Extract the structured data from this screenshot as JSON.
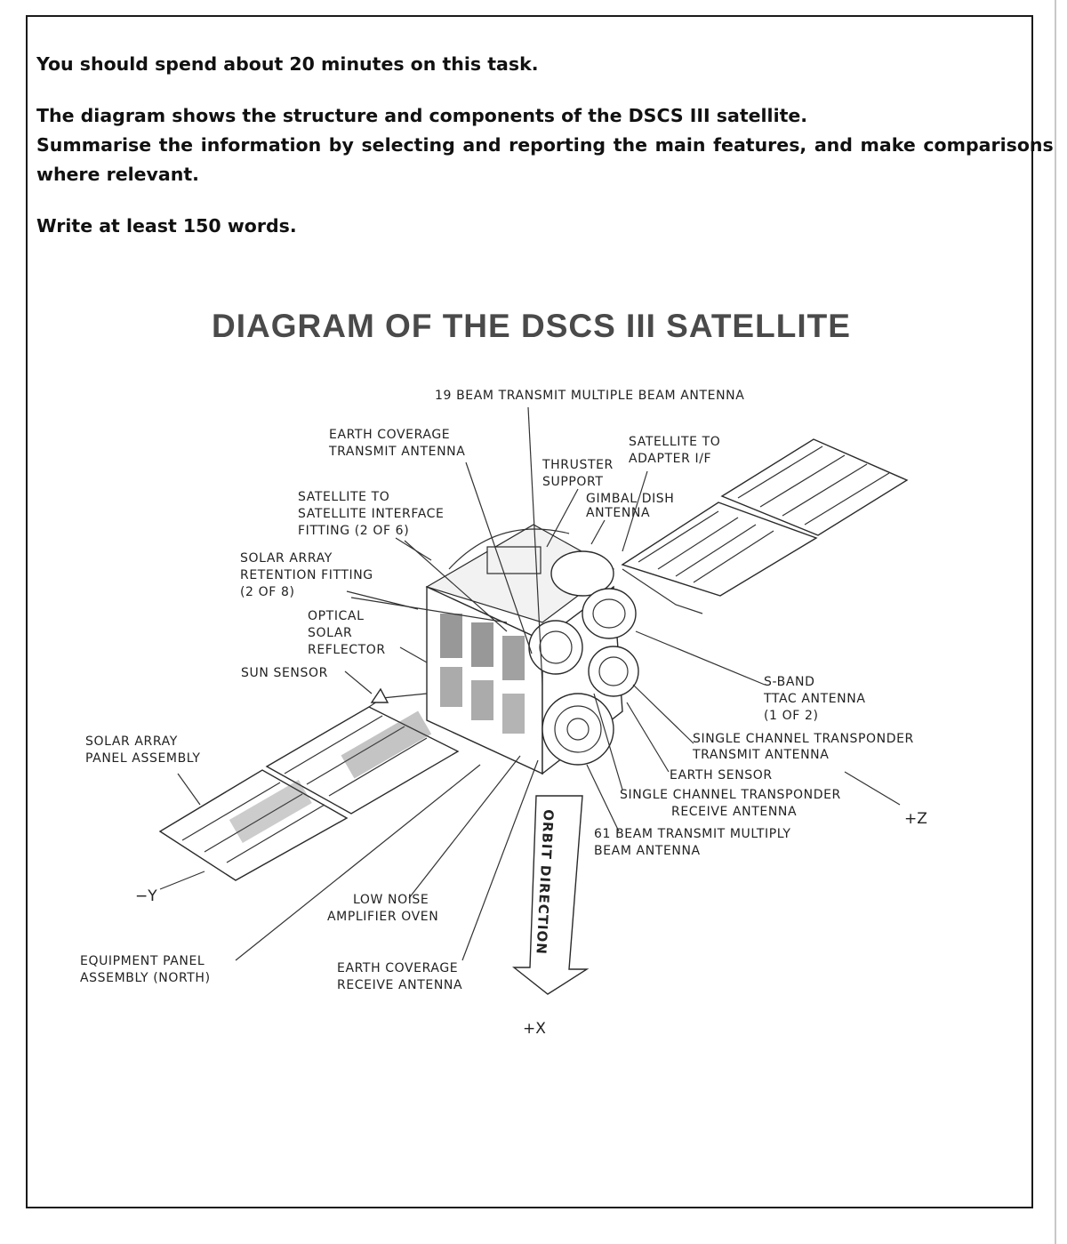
{
  "task": {
    "time_instruction": "You should spend about 20 minutes on this task.",
    "prompt_line1": "The diagram shows the structure and components of the DSCS III satellite.",
    "prompt_line2": "Summarise the information by selecting and reporting the main features, and make comparisons",
    "prompt_line3": "where relevant.",
    "word_count": "Write at least 150 words."
  },
  "diagram": {
    "title": "DIAGRAM OF THE DSCS III SATELLITE",
    "labels": {
      "beam19": "19 BEAM TRANSMIT MULTIPLE BEAM ANTENNA",
      "earth_cov_tx_1": "EARTH COVERAGE",
      "earth_cov_tx_2": "TRANSMIT ANTENNA",
      "sat_adapter_1": "SATELLITE TO",
      "sat_adapter_2": "ADAPTER I/F",
      "thruster_1": "THRUSTER",
      "thruster_2": "SUPPORT",
      "gimbal_1": "GIMBAL DISH",
      "gimbal_2": "ANTENNA",
      "sat_interface_1": "SATELLITE TO",
      "sat_interface_2": "SATELLITE INTERFACE",
      "sat_interface_3": "FITTING (2 OF 6)",
      "solar_retention_1": "SOLAR ARRAY",
      "solar_retention_2": "RETENTION FITTING",
      "solar_retention_3": "(2 OF 8)",
      "optical_1": "OPTICAL",
      "optical_2": "SOLAR",
      "optical_3": "REFLECTOR",
      "sun_sensor": "SUN SENSOR",
      "sband_1": "S-BAND",
      "sband_2": "TTAC ANTENNA",
      "sband_3": "(1 OF 2)",
      "sct_tx_1": "SINGLE CHANNEL TRANSPONDER",
      "sct_tx_2": "TRANSMIT ANTENNA",
      "earth_sensor": "EARTH SENSOR",
      "sct_rx_1": "SINGLE CHANNEL TRANSPONDER",
      "sct_rx_2": "RECEIVE ANTENNA",
      "beam61_1": "61 BEAM TRANSMIT MULTIPLY",
      "beam61_2": "BEAM ANTENNA",
      "solar_panel_1": "SOLAR ARRAY",
      "solar_panel_2": "PANEL ASSEMBLY",
      "lna_1": "LOW NOISE",
      "lna_2": "AMPLIFIER OVEN",
      "equip_1": "EQUIPMENT PANEL",
      "equip_2": "ASSEMBLY (NORTH)",
      "earth_cov_rx_1": "EARTH COVERAGE",
      "earth_cov_rx_2": "RECEIVE ANTENNA",
      "orbit": "ORBIT DIRECTION",
      "axis_z": "+Z",
      "axis_neg_y": "−Y",
      "axis_x": "+X"
    }
  }
}
